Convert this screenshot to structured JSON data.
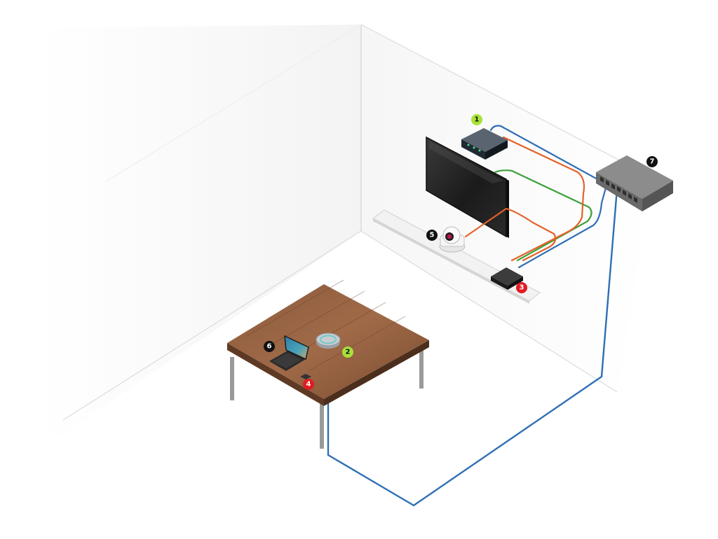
{
  "colors": {
    "cable_network": "#2f6fb5",
    "cable_video": "#e5622a",
    "cable_usb": "#3ea03a",
    "badge_green": "#a6e23a",
    "badge_red": "#e11b22",
    "badge_black": "#111111"
  },
  "badges": [
    {
      "id": "1",
      "label": "1",
      "color": "green"
    },
    {
      "id": "2",
      "label": "2",
      "color": "green"
    },
    {
      "id": "3",
      "label": "3",
      "color": "red"
    },
    {
      "id": "4",
      "label": "4",
      "color": "red"
    },
    {
      "id": "5",
      "label": "5",
      "color": "black"
    },
    {
      "id": "6",
      "label": "6",
      "color": "black"
    },
    {
      "id": "7",
      "label": "7",
      "color": "black"
    }
  ],
  "devices": [
    {
      "icon": "av-bridge-icon",
      "badge": "1"
    },
    {
      "icon": "speakerphone-icon",
      "badge": "2"
    },
    {
      "icon": "mini-pc-icon",
      "badge": "3"
    },
    {
      "icon": "table-connector-icon",
      "badge": "4"
    },
    {
      "icon": "ptz-camera-icon",
      "badge": "5"
    },
    {
      "icon": "laptop-icon",
      "badge": "6"
    },
    {
      "icon": "network-switch-icon",
      "badge": "7"
    }
  ]
}
